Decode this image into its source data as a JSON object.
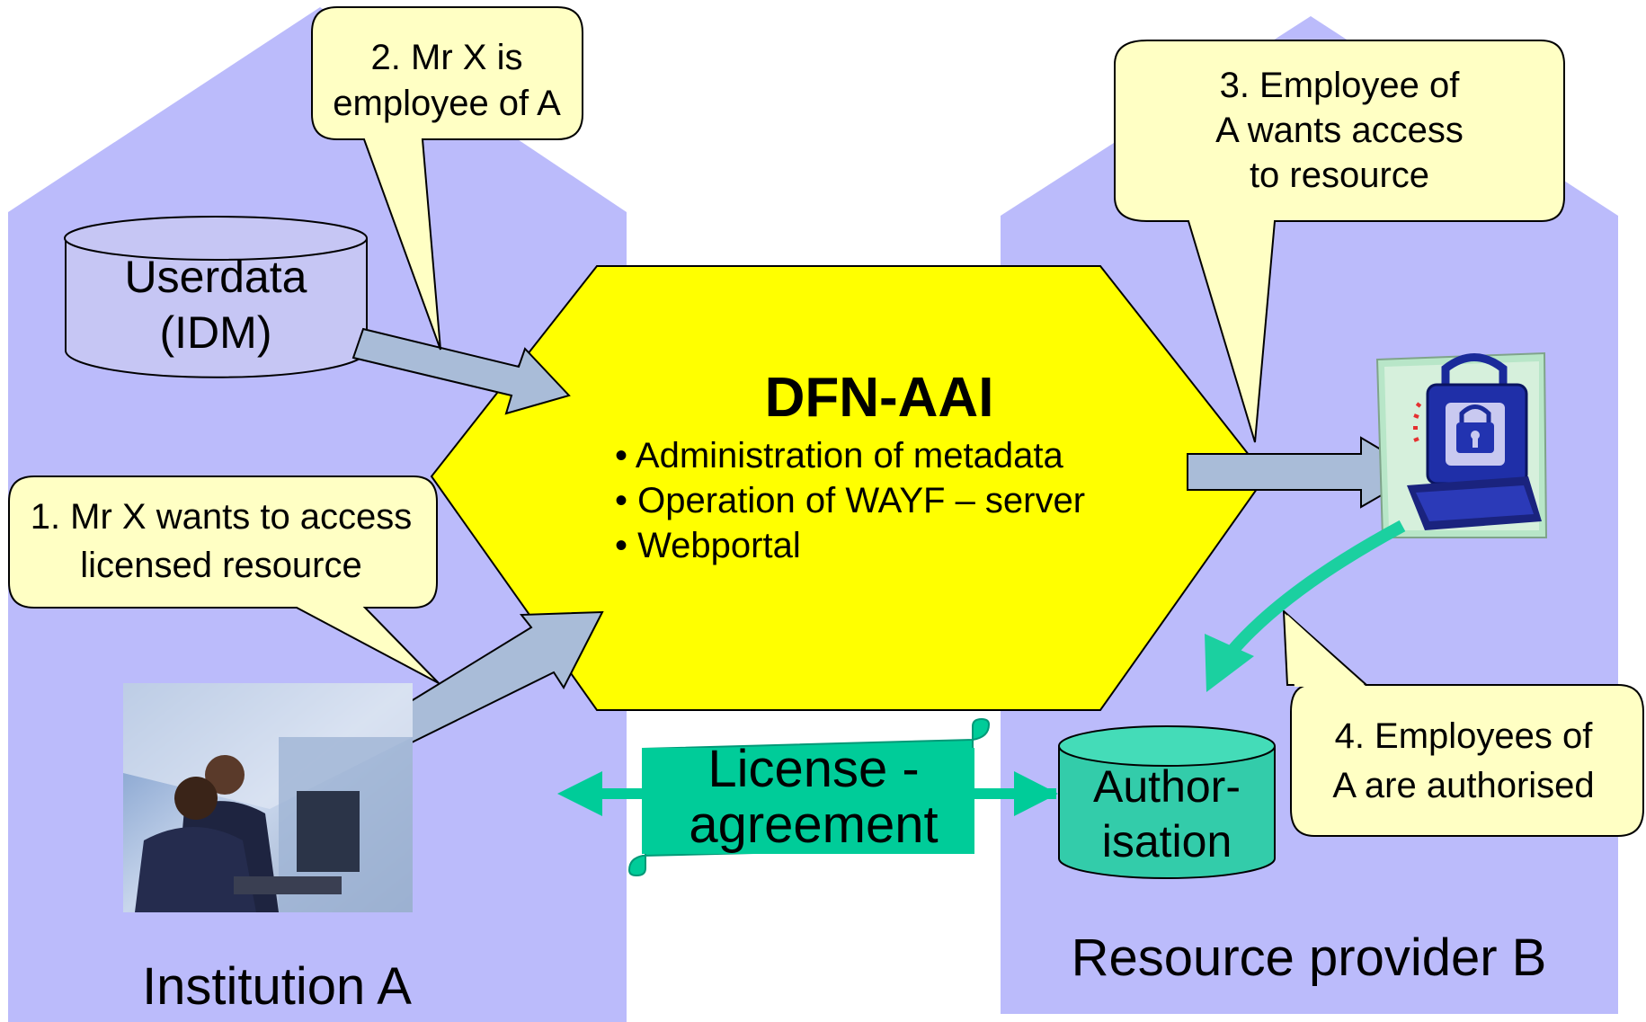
{
  "colors": {
    "house_fill": "#bbbbfb",
    "hexagon_fill": "#ffff00",
    "callout_fill": "#ffffc4",
    "arrow_fill": "#a9bcd8",
    "green": "#00cc99",
    "teal_arrow": "#1bd0a0",
    "db_fill": "#c6c6f4"
  },
  "institution": {
    "label": "Institution A"
  },
  "provider": {
    "label": "Resource provider B"
  },
  "userdata": {
    "line1": "Userdata",
    "line2": "(IDM)"
  },
  "dfn": {
    "title": "DFN-AAI",
    "bullets": [
      "• Administration of metadata",
      "• Operation of WAYF – server",
      "• Webportal"
    ]
  },
  "callouts": {
    "c1": [
      "1. Mr X wants to access",
      "licensed resource"
    ],
    "c2": [
      "2. Mr X is",
      "employee of A"
    ],
    "c3": [
      "3. Employee of",
      "A wants access",
      "to resource"
    ],
    "c4": [
      "4. Employees of",
      "A are authorised"
    ]
  },
  "license": {
    "line1": "License -",
    "line2": "agreement"
  },
  "authorisation": {
    "line1": "Author-",
    "line2": "isation"
  },
  "icons": {
    "photo": "business-people-photo",
    "secure_computer": "secure-computer-lock-icon"
  }
}
